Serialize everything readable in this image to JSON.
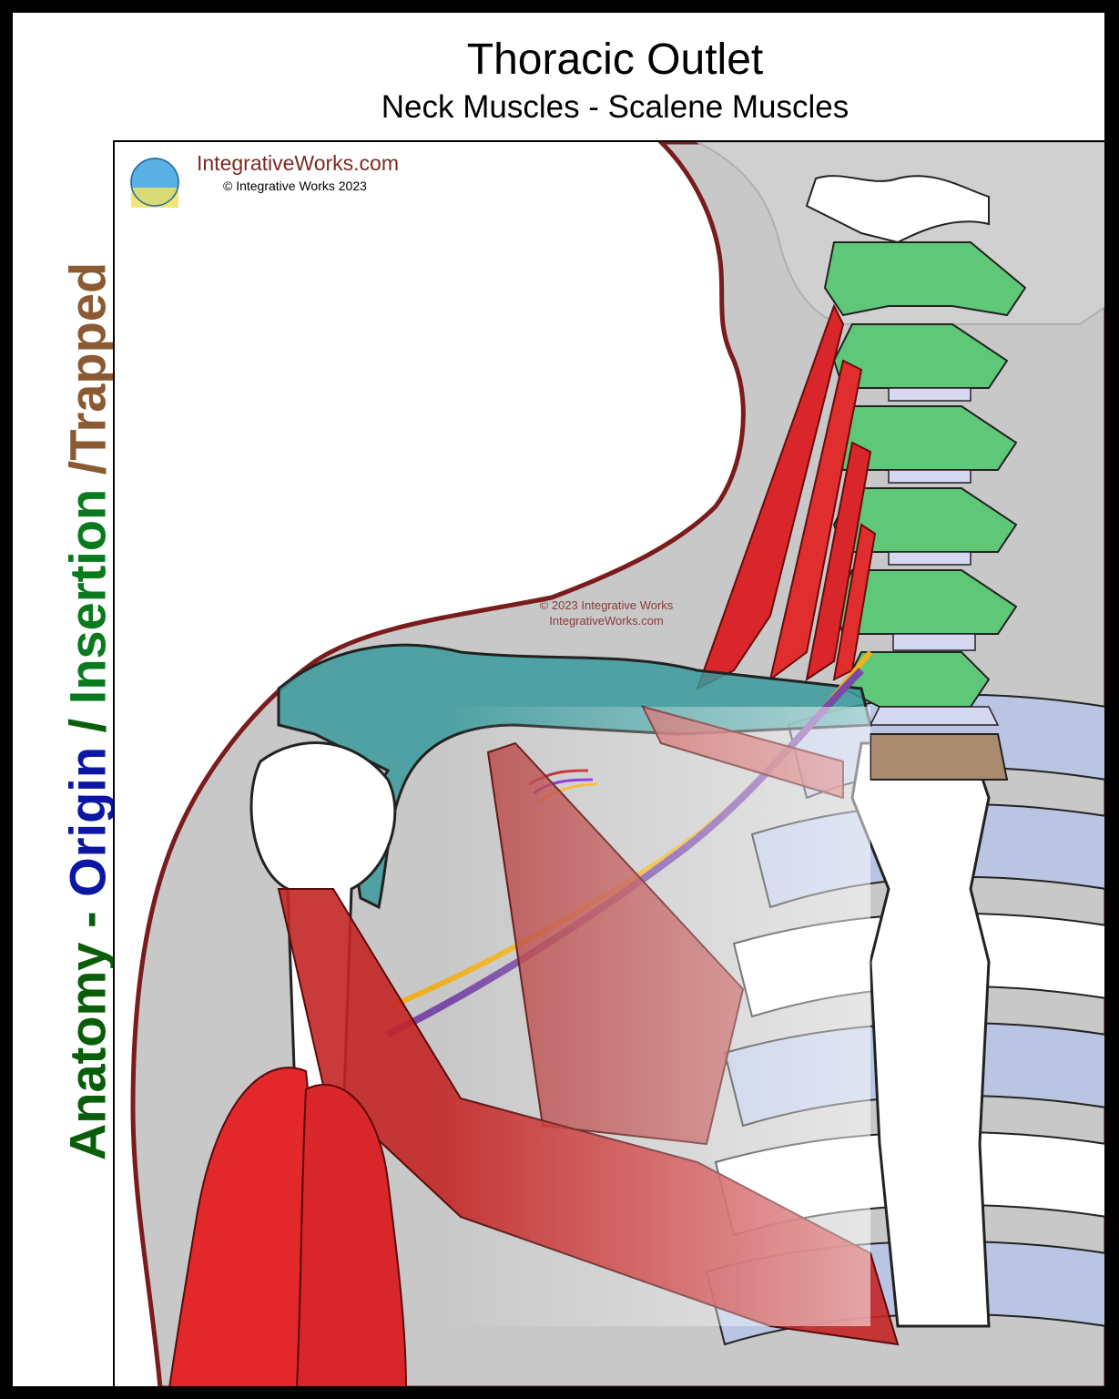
{
  "header": {
    "title": "Thoracic Outlet",
    "subtitle": "Neck Muscles - Scalene Muscles"
  },
  "side_label": {
    "part1": "Anatomy - ",
    "part2": "Origin",
    "part3": " / ",
    "part4": "Insertion",
    "part5": " /Trapped"
  },
  "branding": {
    "site": "IntegrativeWorks.com",
    "copyright": "© Integrative Works 2023",
    "logo_text": "IntegrativeWorks.com"
  },
  "watermark": {
    "line1": "© 2023 Integrative Works",
    "line2": "IntegrativeWorks.com"
  },
  "colors": {
    "skin": "#c8c8c8",
    "outline": "#7a1c1c",
    "vertebra": "#5fc878",
    "clavicle": "#3a9a9c",
    "muscle": "#d8262a",
    "rib": "#b9c5e3",
    "nerve": "#f0b020"
  }
}
